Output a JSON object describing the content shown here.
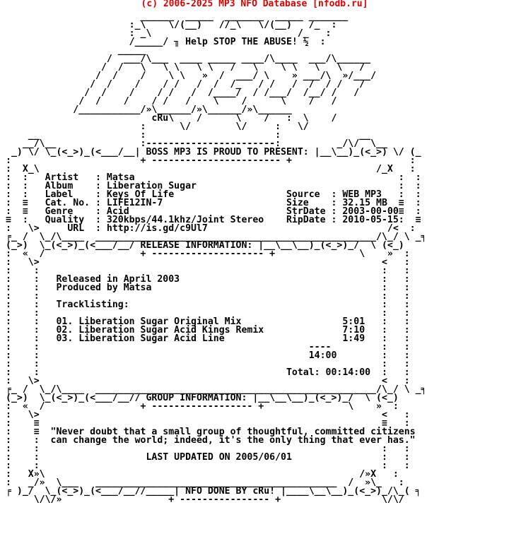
{
  "header": "(c) 2006-2025 MP3 NFO Database [nfodb.ru]",
  "nfo_lines": [
    "                        ______  _____  _______  _____ _______",
    "                      :_\\    \\/(__)   //_\\   \\/(__)   /_  :",
    "                      : _\\                          /_   :",
    "                      /_____/ ╖ Help STOP THE ABUSE! ½  :",
    "                    _____",
    "                  /  ___/\\___  ____ _____ ____/\\____  ___/\\______",
    "                 /  /   \\   \\ \\   \\ \\   /   \\    \\ \\   \\   \\   /",
    "                /  /    /    \\ \\   »  /  ___/ \\    » ___/\\  »/___/",
    "               /  /    /    / /   /  /  /_   / /   /  /  / /   /",
    "              /  /    /    / /   /  /____/  / /___/  /__/ /   /",
    "             /  /    /    / /   /    \\    /      \\    /   /",
    "            /___________/»\\______/»\\______/»\\______",
    "                          cRu\\    /      \\    /   :  \\    /",
    "                        :      \\/        \\/     :   \\/",
    "    __                  :                       :              __",
    "   __/\\__               :-----------------------:          _/\\/  \\__",
    " _) \\/ \\_(<_>)_(<___/__| BOSS MP3 IS PROUD TO PRESENT: |__\\__)_(<_>) \\/ (_",
    ":                       + ----------------------- +                     :",
    ":  X_\\                                                            /_X   :",
    ":  :   Artist   : Matsa                                               :  :",
    ":  :   Album    : Liberation Sugar                                    :  :",
    ":  :   Label    : Keys Of Life                    Source  : WEB MP3   :  :",
    ":  ≡   Cat. No. : LIFE12IN-7                      Size    : 32.15 MB  ≡  :",
    ":  ≡   Genre    : Acid                            StrDate : 2003-00-00≡  :",
    "≡  :   Quality  : 320kbps/44.1khz/Joint Stereo    RipDate : 2010-05-15:  ≡",
    ":   \\>     URL  : http://is.gd/c9Ul7                                /<  :",
    "╒_ /  \\_/\\____  __________________________________________________/\\_/ \\ _╕",
    "(_>)  \\_(<_>)_(<___/__/ RELEASE INFORMATION: |__\\__\\__)_(<_>)_/  \\ (<_)",
    ":  «  /                 + -------------------- +               \\    »  :",
    ":   \\>                                                             <   :",
    ":    :                                                             :   :",
    ":    :   Released in April 2003                                    :   :",
    ":    :   Produced by Matsa                                         :   :",
    ":    :                                                             :   :",
    ":    :   Tracklisting:                                             :   :",
    ":    :                                                             :   :",
    ":    :   01. Liberation Sugar Original Mix                  5:01   :   :",
    ":    :   02. Liberation Sugar Acid Kings Remix              7:10   :   :",
    ":    :   03. Liberation Sugar Acid Line                     1:49   :   :",
    ":    :                                                ----         :   :",
    ":    :                                                14:00        :   :",
    ":    :                                                             :   :",
    ":    :                                            Total: 00:14:00  :   :",
    ":   \\>                                                             <   :",
    "╒_ /  \\_/\\____  __________________________________________________/\\_/ \\ _╕",
    "(_>)  \\_(<_>)_(<___/__// GROUP INFORMATION: |__\\__\\__)_(<_>)_/  \\ (<_)",
    ":  «  /                 + ------------------ +               \\    »  :",
    ":   \\>                                                             <   :",
    ":    ≡                                                             ≡   :",
    ":    ≡  \"Never doubt that a small group of thoughtful, committed citizens",
    ":    :  can change the world; indeed, it's the only thing that ever has.\"",
    ":    :                                                             :   :",
    ":    :                   LAST UPDATED ON 2005/06/01                :   :",
    ":    :                                                             :   :",
    ":   X»\\                                                        /»X   :",
    ":   _/»  \\___   ___________________________________________  /  »\\_   :",
    "╒ )_/  \\_(<_>)_(<___/__//_____| NFO DONE BY cRu! |____\\__\\__)_(<_>)_/\\_( ╕",
    "     \\/\\/»                   + ---------------- +                  \\/\\/"
  ]
}
